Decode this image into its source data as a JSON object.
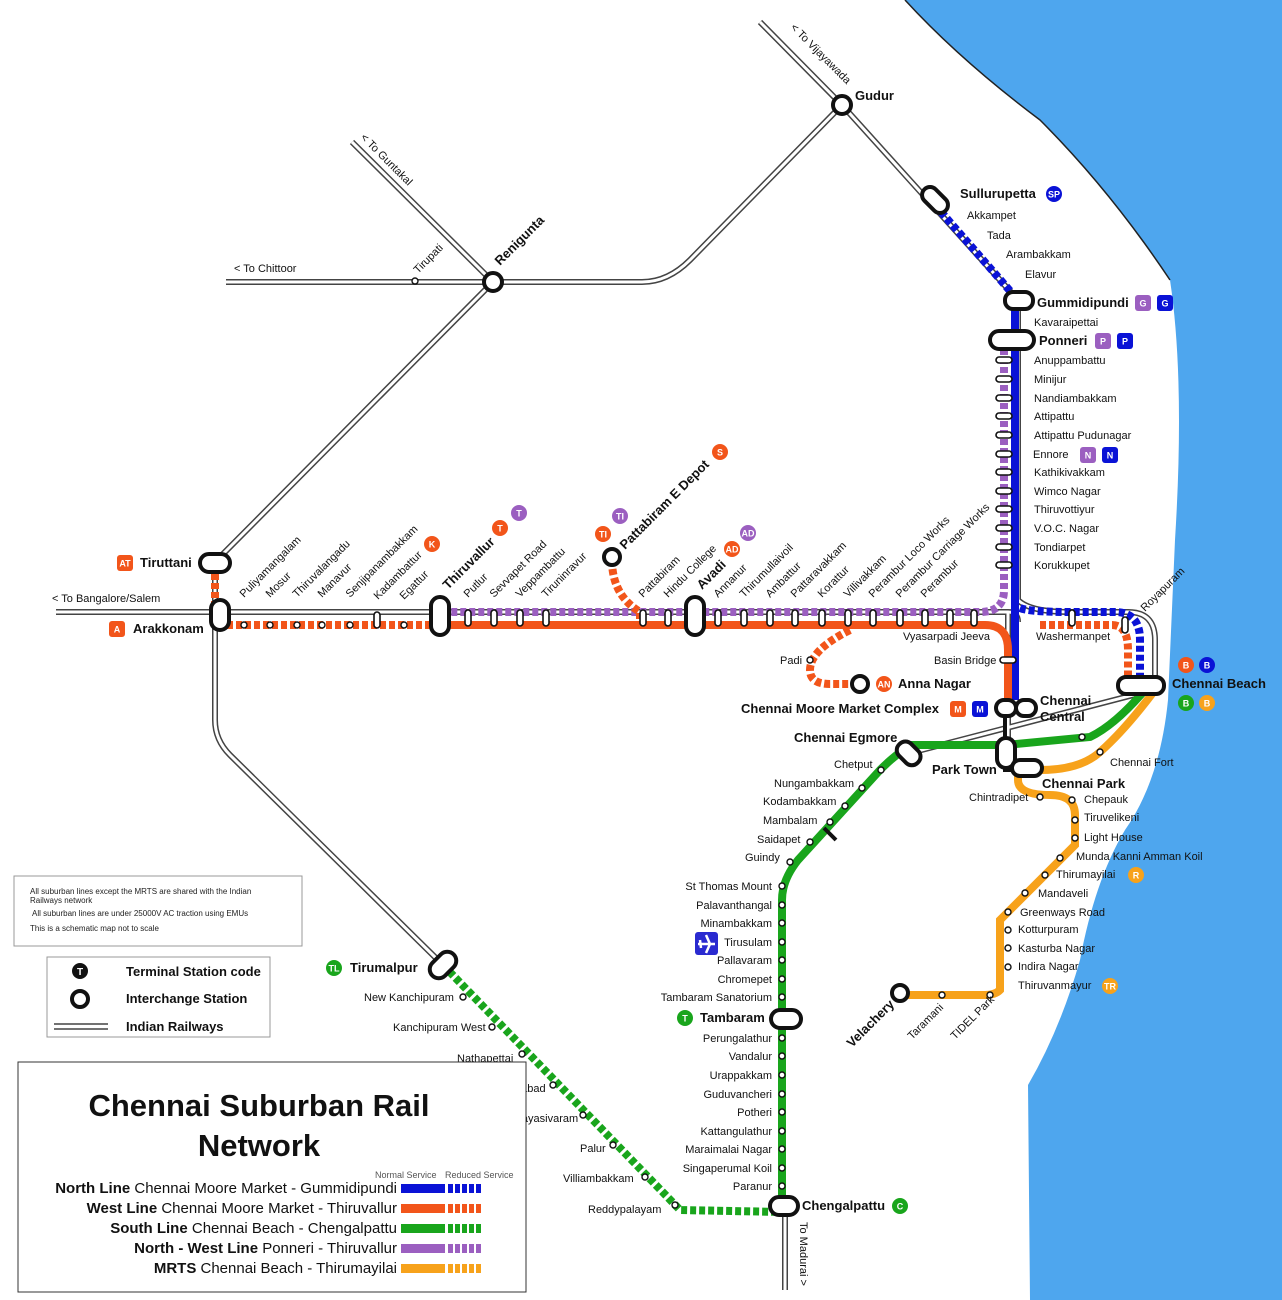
{
  "title": {
    "line1": "Chennai Suburban Rail",
    "line2": "Network"
  },
  "colors": {
    "north": "#0a12d6",
    "west": "#f2551a",
    "south": "#19a51c",
    "northwest": "#9b5fc0",
    "mrts": "#f7a21b",
    "sea": "#4ea6ee",
    "railway": "#444444"
  },
  "directions": {
    "vijayawada": "< To Vijayawada",
    "guntakal": "< To Guntakal",
    "chittoor": "< To Chittoor",
    "bangalore": "< To Bangalore/Salem",
    "madurai": "To Madurai >"
  },
  "railway_stations": {
    "gudur": "Gudur",
    "renigunta": "Renigunta",
    "tirupati": "Tirupati"
  },
  "north": {
    "sullurupetta": "Sullurupetta",
    "sp": "SP",
    "upper": [
      "Akkampet",
      "Tada",
      "Arambakkam",
      "Elavur"
    ],
    "gummidipundi": "Gummidipundi",
    "g": "G",
    "kavaraipettai": "Kavaraipettai",
    "ponneri": "Ponneri",
    "p": "P",
    "list1": [
      "Anuppambattu",
      "Minijur",
      "Nandiambakkam",
      "Attipattu",
      "Attipattu Pudunagar"
    ],
    "ennore": "Ennore",
    "n": "N",
    "list2": [
      "Kathikivakkam",
      "Wimco Nagar",
      "Thiruvottiyur",
      "V.O.C. Nagar",
      "Tondiarpet",
      "Korukkupet"
    ]
  },
  "west": {
    "tiruttani": "Tiruttani",
    "at": "AT",
    "arakkonam": "Arakkonam",
    "a": "A",
    "stations1": [
      "Puliyamangalam",
      "Mosur",
      "Thiruvalangadu",
      "Manavur",
      "Senjipanambakkam"
    ],
    "kadambattur": "Kadambattur",
    "k": "K",
    "egattur": "Egattur",
    "thiruvallur": "Thiruvallur",
    "t": "T",
    "stations2": [
      "Putlur",
      "Sevvapet Road",
      "Veppambattu"
    ],
    "tiruninravur": "Tiruninravur",
    "ti": "TI",
    "pattabiram_depot": "Pattabiram E Depot",
    "s": "S",
    "stations3": [
      "Pattabiram",
      "Hindu College"
    ],
    "avadi": "Avadi",
    "ad": "AD",
    "stations4": [
      "Annanur",
      "Thirumullaivoil",
      "Ambattur",
      "Pattaravakkam",
      "Korattur",
      "Villivakkam",
      "Perambur Loco Works",
      "Perambur Carriage Works",
      "Perambur"
    ],
    "vyasarpadi": "Vyasarpadi Jeeva",
    "basin_bridge": "Basin Bridge",
    "padi": "Padi",
    "anna_nagar": "Anna Nagar",
    "an": "AN",
    "washermanpet": "Washermanpet",
    "royapuram": "Royapuram"
  },
  "central": {
    "moore": "Chennai Moore  Market Complex",
    "m": "M",
    "central1": "Chennai",
    "central2": "Central",
    "beach": "Chennai Beach",
    "b": "B",
    "egmore": "Chennai Egmore",
    "park_town": "Park Town",
    "chennai_park": "Chennai Park",
    "chennai_fort": "Chennai Fort"
  },
  "south": {
    "stations1": [
      "Chetput",
      "Nungambakkam",
      "Kodambakkam",
      "Mambalam",
      "Saidapet",
      "Guindy"
    ],
    "stations2": [
      "St Thomas Mount",
      "Palavanthangal",
      "Minambakkam",
      "Tirusulam",
      "Pallavaram",
      "Chromepet",
      "Tambaram Sanatorium"
    ],
    "tambaram": "Tambaram",
    "t": "T",
    "stations3": [
      "Perungalathur",
      "Vandalur",
      "Urappakkam",
      "Guduvancheri",
      "Potheri",
      "Kattangulathur",
      "Maraimalai Nagar",
      "Singaperumal Koil",
      "Paranur"
    ],
    "chengalpattu": "Chengalpattu",
    "c": "C",
    "tirumalpur": "Tirumalpur",
    "tl": "TL",
    "stations4": [
      "New Kanchipuram",
      "Kanchipuram West",
      "Nathapettai",
      "Walajabad",
      "Palayasivaram",
      "Palur",
      "Villiambakkam",
      "Reddypalayam"
    ]
  },
  "mrts": {
    "stations1": [
      "Chintradipet",
      "Chepauk",
      "Tiruvelikeni",
      "Light House",
      "Munda Kanni Amman Koil"
    ],
    "thirumayilai": "Thirumayilai",
    "r": "R",
    "stations2": [
      "Mandaveli",
      "Greenways Road",
      "Kotturpuram",
      "Kasturba Nagar",
      "Indira Nagar"
    ],
    "thiruvanmayur": "Thiruvanmayur",
    "tr": "TR",
    "stations3": [
      "TIDEL Park",
      "Taramani"
    ],
    "velachery": "Velachery"
  },
  "notes": [
    "All suburban lines except the MRTS are shared with the Indian",
    "Railways network",
    "All suburban lines are under  25000V AC traction using EMUs",
    "This is a schematic map not to scale"
  ],
  "legend_keys": {
    "terminal_sym": "T",
    "terminal": "Terminal Station code",
    "interchange": "Interchange Station",
    "railways": "Indian Railways"
  },
  "service_headers": {
    "normal": "Normal Service",
    "reduced": "Reduced Service"
  },
  "lines_key": [
    {
      "name": "North Line",
      "route": "Chennai Moore Market -  Gummidipundi",
      "color": "#0a12d6"
    },
    {
      "name": "West Line",
      "route": "Chennai Moore Market - Thiruvallur",
      "color": "#f2551a"
    },
    {
      "name": "South Line",
      "route": "Chennai Beach - Chengalpattu",
      "color": "#19a51c"
    },
    {
      "name": "North - West Line",
      "route": "Ponneri - Thiruvallur",
      "color": "#9b5fc0"
    },
    {
      "name": "MRTS",
      "route": "Chennai Beach - Thirumayilai",
      "color": "#f7a21b"
    }
  ]
}
